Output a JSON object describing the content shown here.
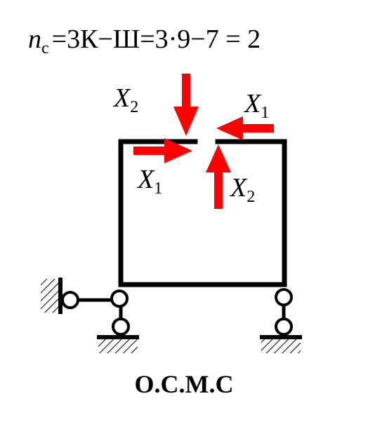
{
  "formula": {
    "var": "n",
    "sub": "c",
    "expr": "=3К−Ш=3·9−7 = 2"
  },
  "labels": {
    "x1_top": {
      "var": "X",
      "sub": "1"
    },
    "x2_top": {
      "var": "X",
      "sub": "2"
    },
    "x1_bottom": {
      "var": "X",
      "sub": "1"
    },
    "x2_bottom": {
      "var": "X",
      "sub": "2"
    }
  },
  "caption": "О.С.М.С",
  "colors": {
    "structure": "#000000",
    "force_arrow": "#ff0000",
    "background": "#ffffff"
  }
}
